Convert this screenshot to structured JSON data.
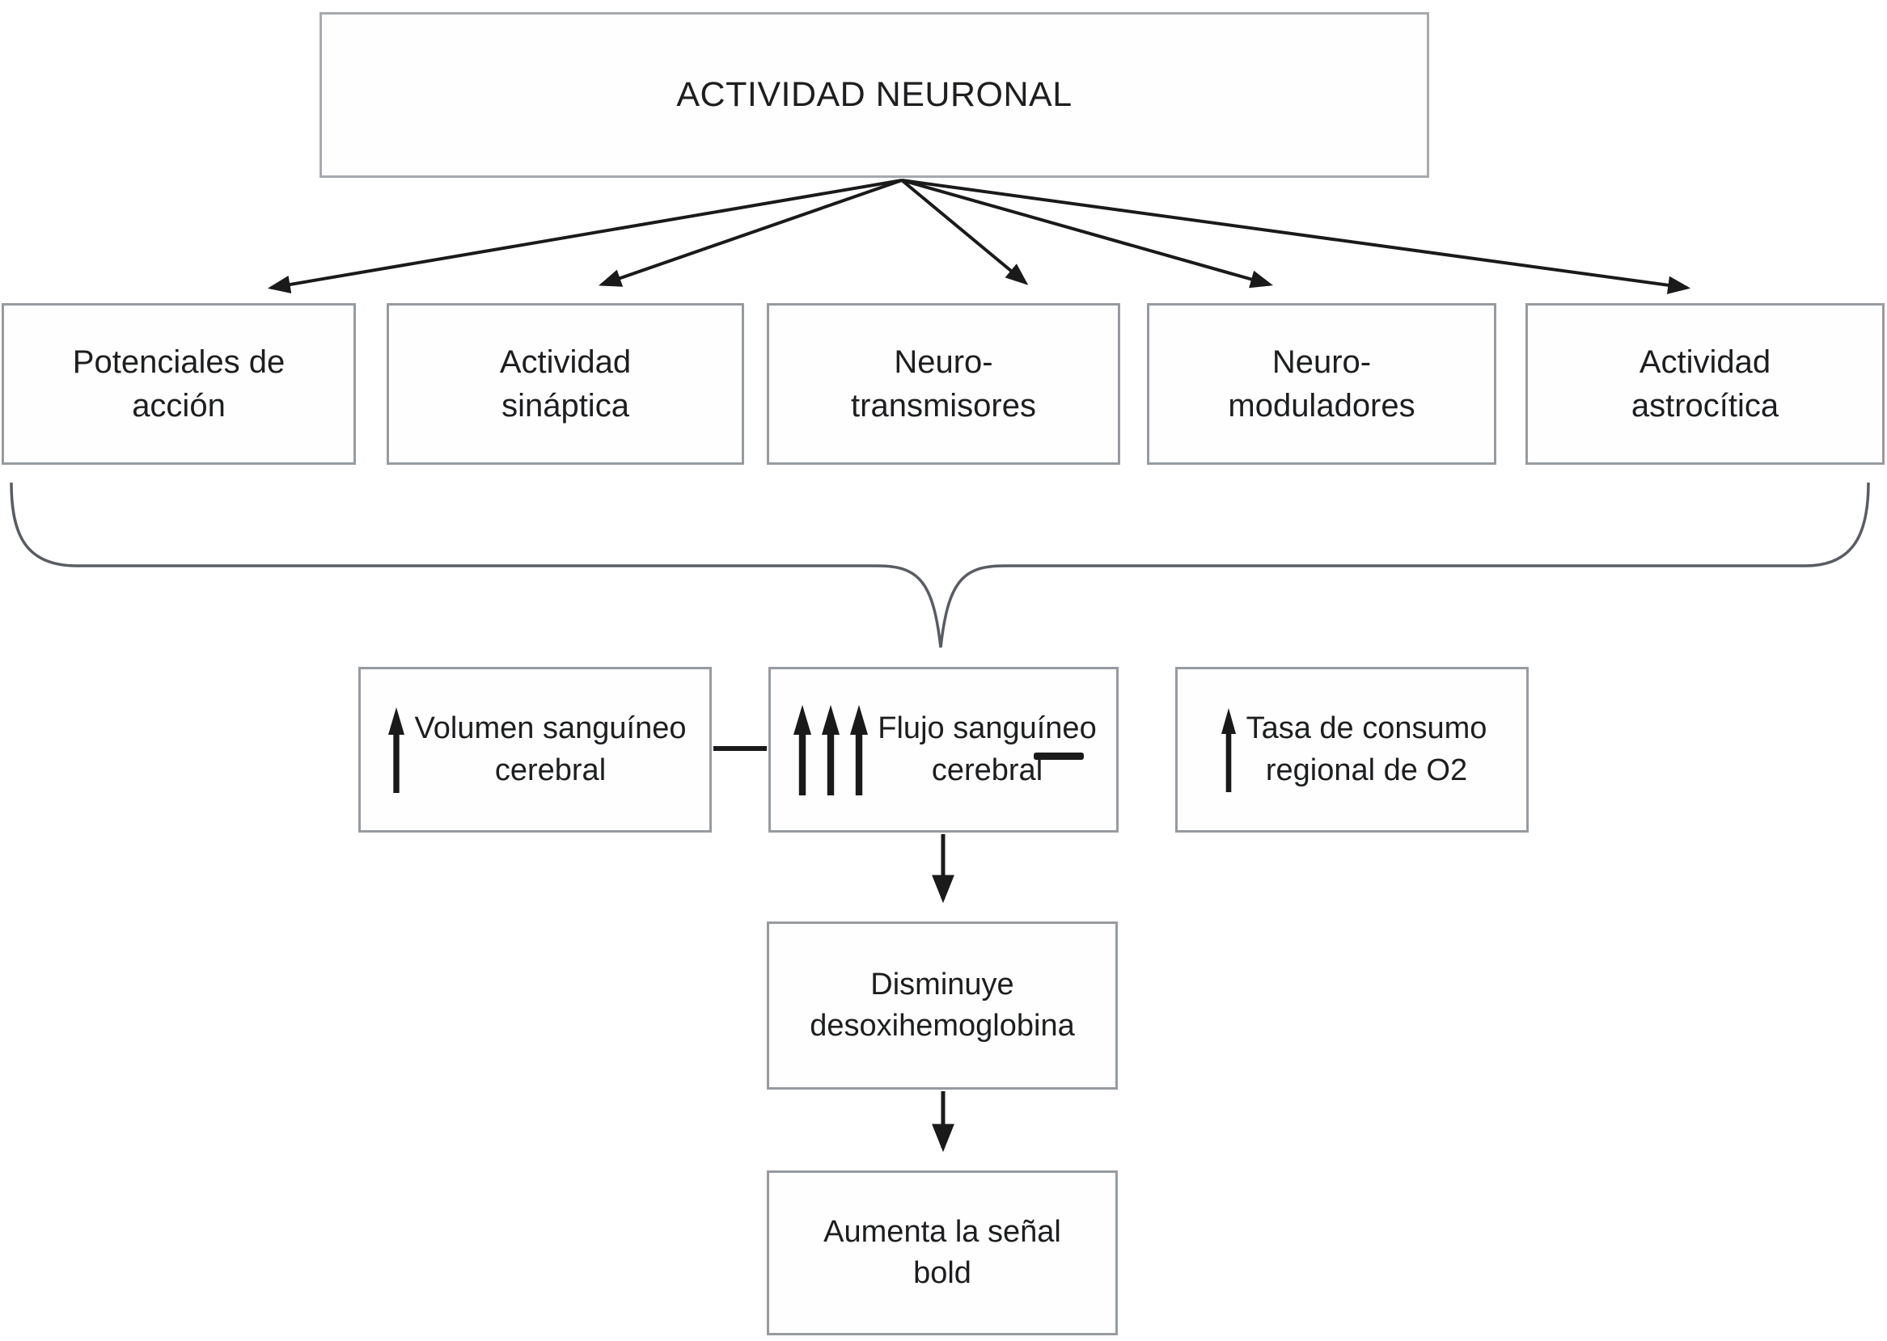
{
  "figure": {
    "type": "flow-diagram",
    "language": "es",
    "colors": {
      "background": "#ffffff",
      "box_border": "#979ba0",
      "root_box_border": "#a6aaae",
      "text": "#1d1e20",
      "connector_arrow": "#1a1a1a",
      "brace": "#595d63"
    },
    "nodes": {
      "root": {
        "label": "ACTIVIDAD NEURONAL"
      },
      "branches": [
        {
          "label": "Potenciales de\nacción"
        },
        {
          "label": "Actividad\nsináptica"
        },
        {
          "label": "Neuro-\ntransmisores"
        },
        {
          "label": "Neuro-\nmoduladores"
        },
        {
          "label": "Actividad\nastrocítica"
        }
      ],
      "hemodynamic": [
        {
          "label": "Volumen sanguíneo\ncerebral",
          "icon": "up-arrow-icon",
          "arrow_count": 1
        },
        {
          "label": "Flujo sanguíneo\ncerebral",
          "icon": "up-arrow-icon",
          "arrow_count": 3
        },
        {
          "label": "Tasa de consumo\nregional de O2",
          "icon": "up-arrow-icon",
          "arrow_count": 1
        }
      ],
      "cascade": [
        {
          "label": "Disminuye\ndesoxihemoglobina"
        },
        {
          "label": "Aumenta la señal\nbold"
        }
      ]
    },
    "connectors": {
      "fan_from_root": 5,
      "brace_groups_branches": true,
      "volumen_to_flujo_link": "dash",
      "flujo_to_disminuye": "down-arrow",
      "disminuye_to_aumenta": "down-arrow"
    }
  }
}
